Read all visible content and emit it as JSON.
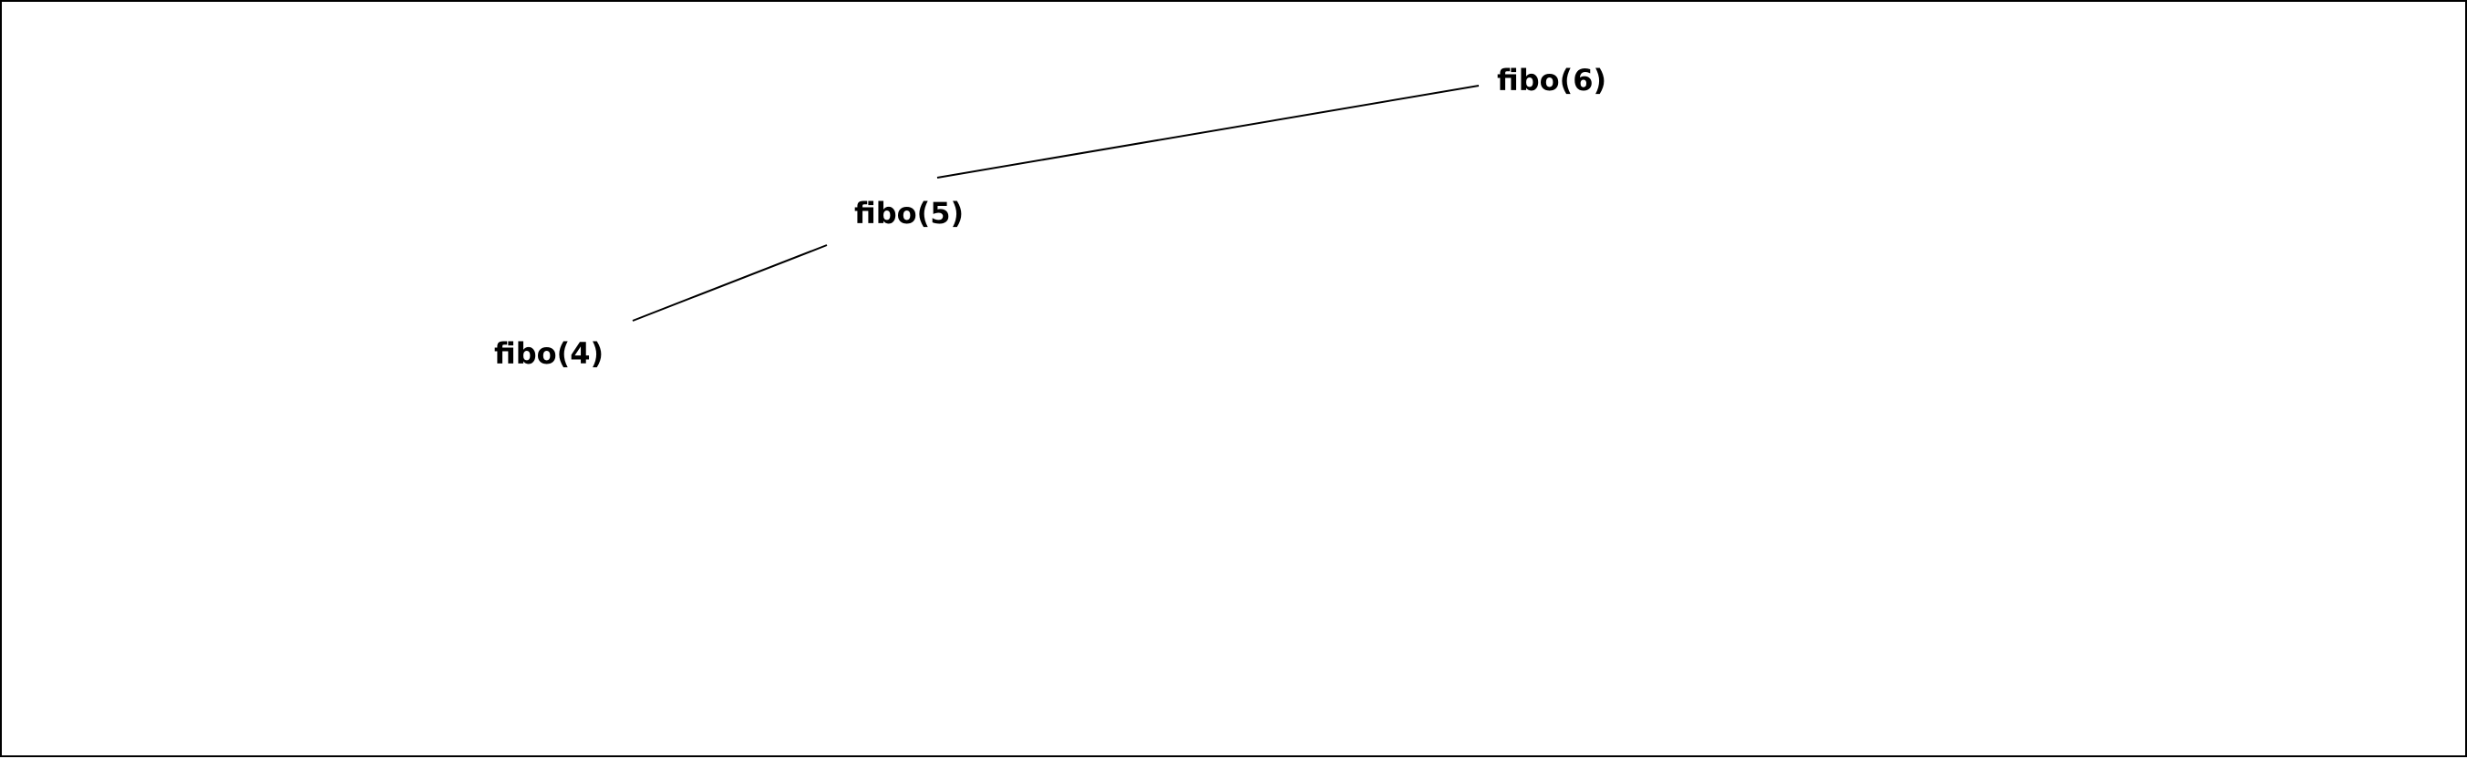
{
  "diagram": {
    "type": "tree",
    "nodes": [
      {
        "id": "fibo6",
        "label": "fibo(6)"
      },
      {
        "id": "fibo5",
        "label": "fibo(5)"
      },
      {
        "id": "fibo4",
        "label": "fibo(4)"
      }
    ],
    "edges": [
      {
        "from": "fibo6",
        "to": "fibo5"
      },
      {
        "from": "fibo5",
        "to": "fibo4"
      }
    ],
    "colors": {
      "background": "#ffffff",
      "stroke": "#000000",
      "text": "#000000"
    }
  }
}
